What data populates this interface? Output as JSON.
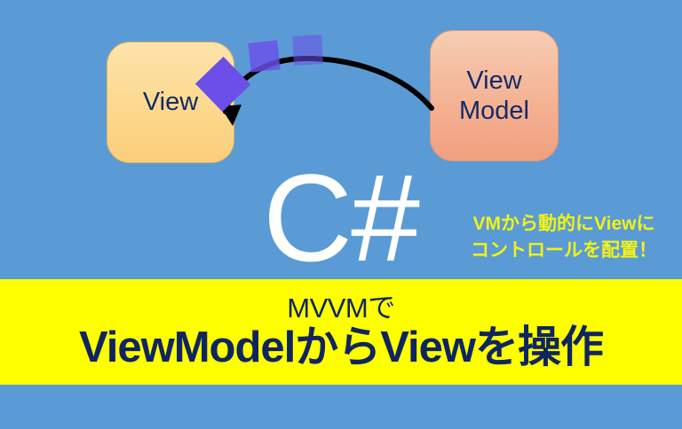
{
  "theme": {
    "background_color": "#5a9bd5",
    "banner_color": "#ffff00",
    "navy_text_color": "#0f2560",
    "caption_yellow": "#f2f216",
    "view_box_color": "#fcd98f",
    "viewmodel_box_color": "#f4b294",
    "control_square_color": "#6b4fe8",
    "logo_color": "#ffffff",
    "arrow_color": "#000000"
  },
  "diagram": {
    "view_node": {
      "label": "View",
      "icon": "rounded-rectangle-node"
    },
    "viewmodel_node": {
      "label": "View\nModel",
      "icon": "rounded-rectangle-node"
    },
    "arrow": {
      "direction": "viewmodel-to-view",
      "icon": "curved-arrow-icon"
    },
    "control_squares": [
      {
        "name": "control-square-1",
        "icon": "purple-square-icon"
      },
      {
        "name": "control-square-2",
        "icon": "purple-square-icon"
      },
      {
        "name": "control-square-3",
        "icon": "purple-square-icon"
      }
    ]
  },
  "logo": {
    "text": "C#"
  },
  "caption": {
    "line1": "VMから動的にViewに",
    "line2": "コントロールを配置！"
  },
  "banner": {
    "subtitle": "MVVMで",
    "title": "ViewModelからViewを操作"
  }
}
